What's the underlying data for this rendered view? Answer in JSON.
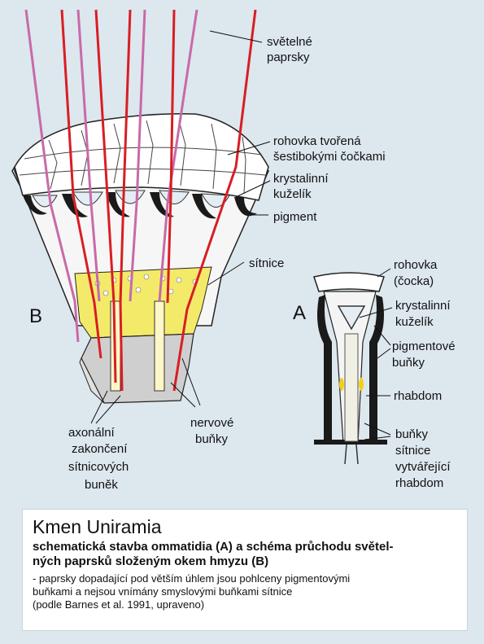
{
  "labels": {
    "rays": [
      "světelné",
      "paprsky"
    ],
    "cornea": [
      "rohovka tvořená",
      "šestibokými čočkami"
    ],
    "cone_b": [
      "krystalinní",
      "kuželík"
    ],
    "pigment": "pigment",
    "retina": "sítnice",
    "letter_b": "B",
    "letter_a": "A",
    "cornea_a": [
      "rohovka",
      "(čocka)"
    ],
    "cone_a": [
      "krystalinní",
      "kuželík"
    ],
    "pigment_cells": [
      "pigmentové",
      "buňky"
    ],
    "rhabdom": "rhabdom",
    "retina_cells": [
      "buňky",
      "sítnice",
      "vytvářející",
      "rhabdom"
    ],
    "nerve_cells": [
      "nervové",
      "buňky"
    ],
    "axonal": [
      "axonální",
      "zakončení",
      "sítnicových",
      "buněk"
    ]
  },
  "caption": {
    "title": "Kmen Uniramia",
    "subtitle_1": "schematická stavba  ommatidia (A) a schéma průchodu světel-",
    "subtitle_2": "ných paprsků složeným okem hmyzu (B)",
    "note_1": "- paprsky dopadající pod větším úhlem jsou pohlceny  pigmentovými",
    "note_2": "buňkami a nejsou vnímány smyslovými buňkami sítnice",
    "reference": "(podle Barnes et al. 1991, upraveno)"
  },
  "colors": {
    "background": "#dde7ee",
    "light_ray": "#d81e24",
    "absorbed_ray": "#c86aa8",
    "retina_yellow": "#f4ea6a",
    "pigment": "#1a1a1a",
    "nerve_tissue": "#cfcfcf"
  }
}
